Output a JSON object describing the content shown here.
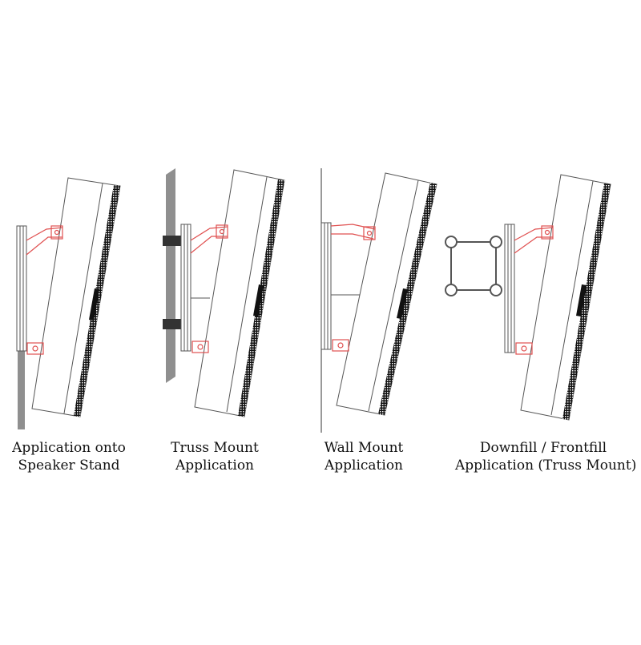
{
  "panels": [
    {
      "id": "stand",
      "caption": [
        "Application onto",
        "Speaker Stand"
      ]
    },
    {
      "id": "truss",
      "caption": [
        "Truss Mount",
        "Application"
      ]
    },
    {
      "id": "wall",
      "caption": [
        "Wall Mount",
        "Application"
      ]
    },
    {
      "id": "downfill",
      "caption": [
        "Downfill / Frontfill",
        "Application (Truss Mount)"
      ]
    }
  ],
  "colors": {
    "line": "#555555",
    "bracket": "#e05050",
    "pole": "#8f8f8f",
    "strip": "#111111"
  }
}
